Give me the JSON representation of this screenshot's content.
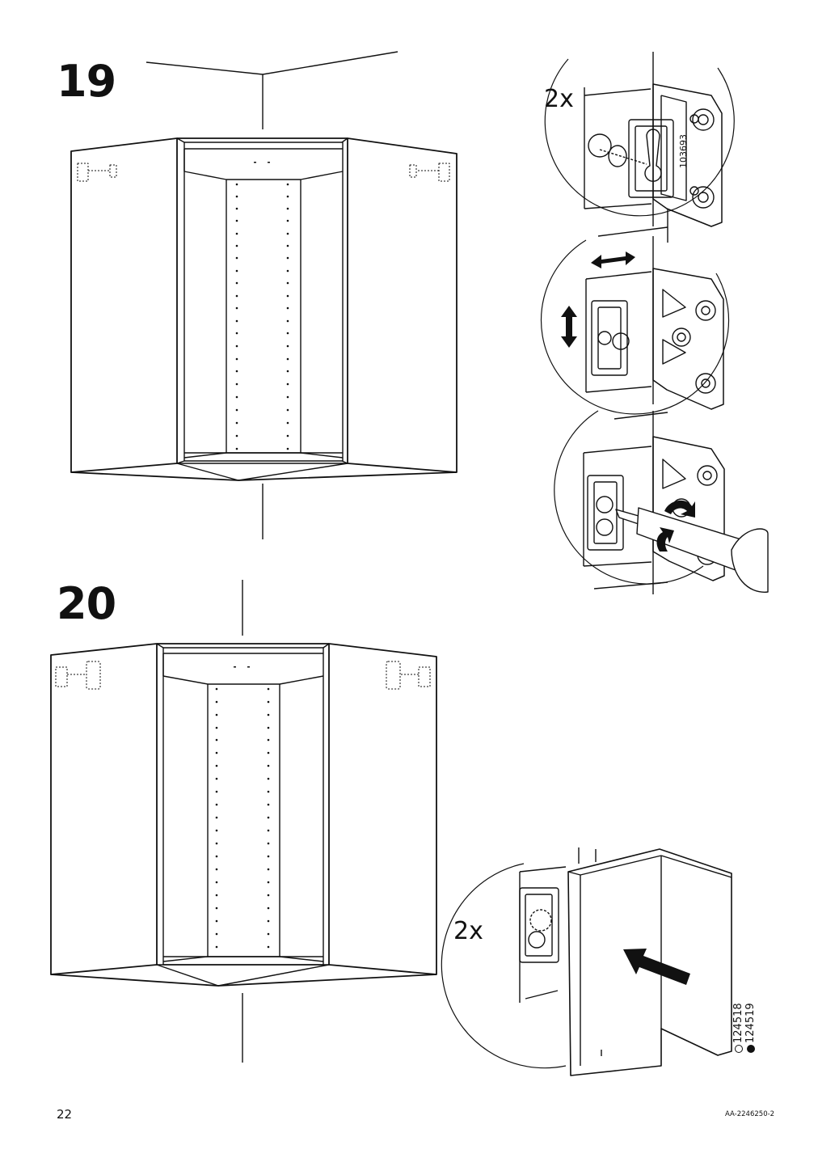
{
  "steps": [
    {
      "number": "19",
      "quantity": "2x"
    },
    {
      "number": "20",
      "quantity": "2x"
    }
  ],
  "part_codes": {
    "bracket_code": "103693",
    "ref_open": "124518",
    "ref_filled": "124519"
  },
  "footer": {
    "page_number": "22",
    "document_code": "AA-2246250-2"
  },
  "icons": [
    "double-arrow-horizontal-icon",
    "double-arrow-vertical-icon",
    "rotate-arrow-icon",
    "push-arrow-icon",
    "screwdriver-icon"
  ],
  "colors": {
    "ink": "#111111",
    "background": "#ffffff"
  }
}
